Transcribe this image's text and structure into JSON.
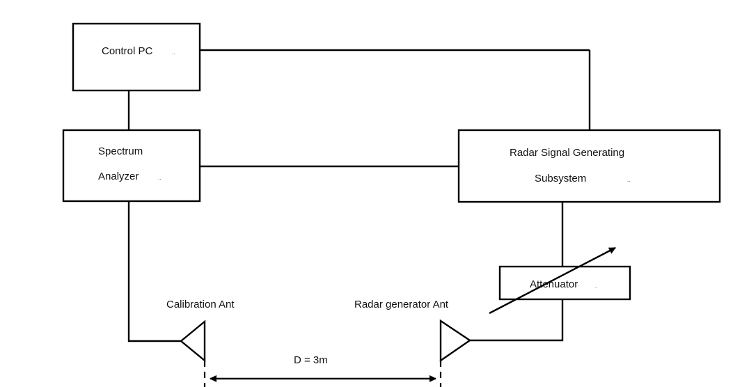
{
  "blocks": {
    "control_pc": {
      "label": "Control PC",
      "mark": ".."
    },
    "spectrum_analyzer": {
      "line1": "Spectrum",
      "line2": "Analyzer",
      "mark": ".."
    },
    "radar_signal_generating": {
      "line1": "Radar Signal Generating",
      "line2": "Subsystem",
      "mark": ".."
    },
    "attenuator": {
      "label": "Attenuator",
      "mark": ".."
    }
  },
  "antennas": {
    "calibration": {
      "label": "Calibration Ant"
    },
    "radar_generator": {
      "label": "Radar generator Ant"
    }
  },
  "distance": {
    "label": "D = 3m"
  }
}
